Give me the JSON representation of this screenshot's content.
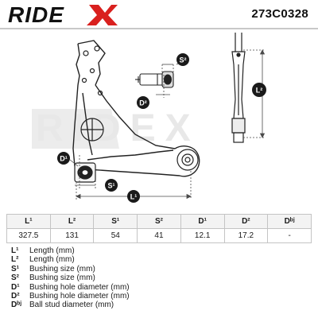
{
  "header": {
    "brand": "RIDEX",
    "part_number": "273C0328"
  },
  "drawing": {
    "labels": {
      "s2": "S²",
      "d2": "D²",
      "l2": "L²",
      "d1": "D¹",
      "s1": "S¹",
      "l1": "L¹"
    },
    "watermark": "RIDEX"
  },
  "specs": {
    "columns": [
      "L¹",
      "L²",
      "S¹",
      "S²",
      "D¹",
      "D²",
      "Dᵇʲ"
    ],
    "values": [
      "327.5",
      "131",
      "54",
      "41",
      "12.1",
      "17.2",
      "-"
    ]
  },
  "legend": [
    {
      "symbol": "L¹",
      "description": "Length (mm)"
    },
    {
      "symbol": "L²",
      "description": "Length (mm)"
    },
    {
      "symbol": "S¹",
      "description": "Bushing size (mm)"
    },
    {
      "symbol": "S²",
      "description": "Bushing size (mm)"
    },
    {
      "symbol": "D¹",
      "description": "Bushing hole diameter (mm)"
    },
    {
      "symbol": "D²",
      "description": "Bushing hole diameter (mm)"
    },
    {
      "symbol": "Dᵇʲ",
      "description": "Ball stud diameter (mm)"
    }
  ],
  "colors": {
    "brand_red": "#d9201e",
    "label_badge": "#1a1a1a",
    "dimension_line": "#4a4a4a",
    "watermark": "#e6e6e6"
  }
}
